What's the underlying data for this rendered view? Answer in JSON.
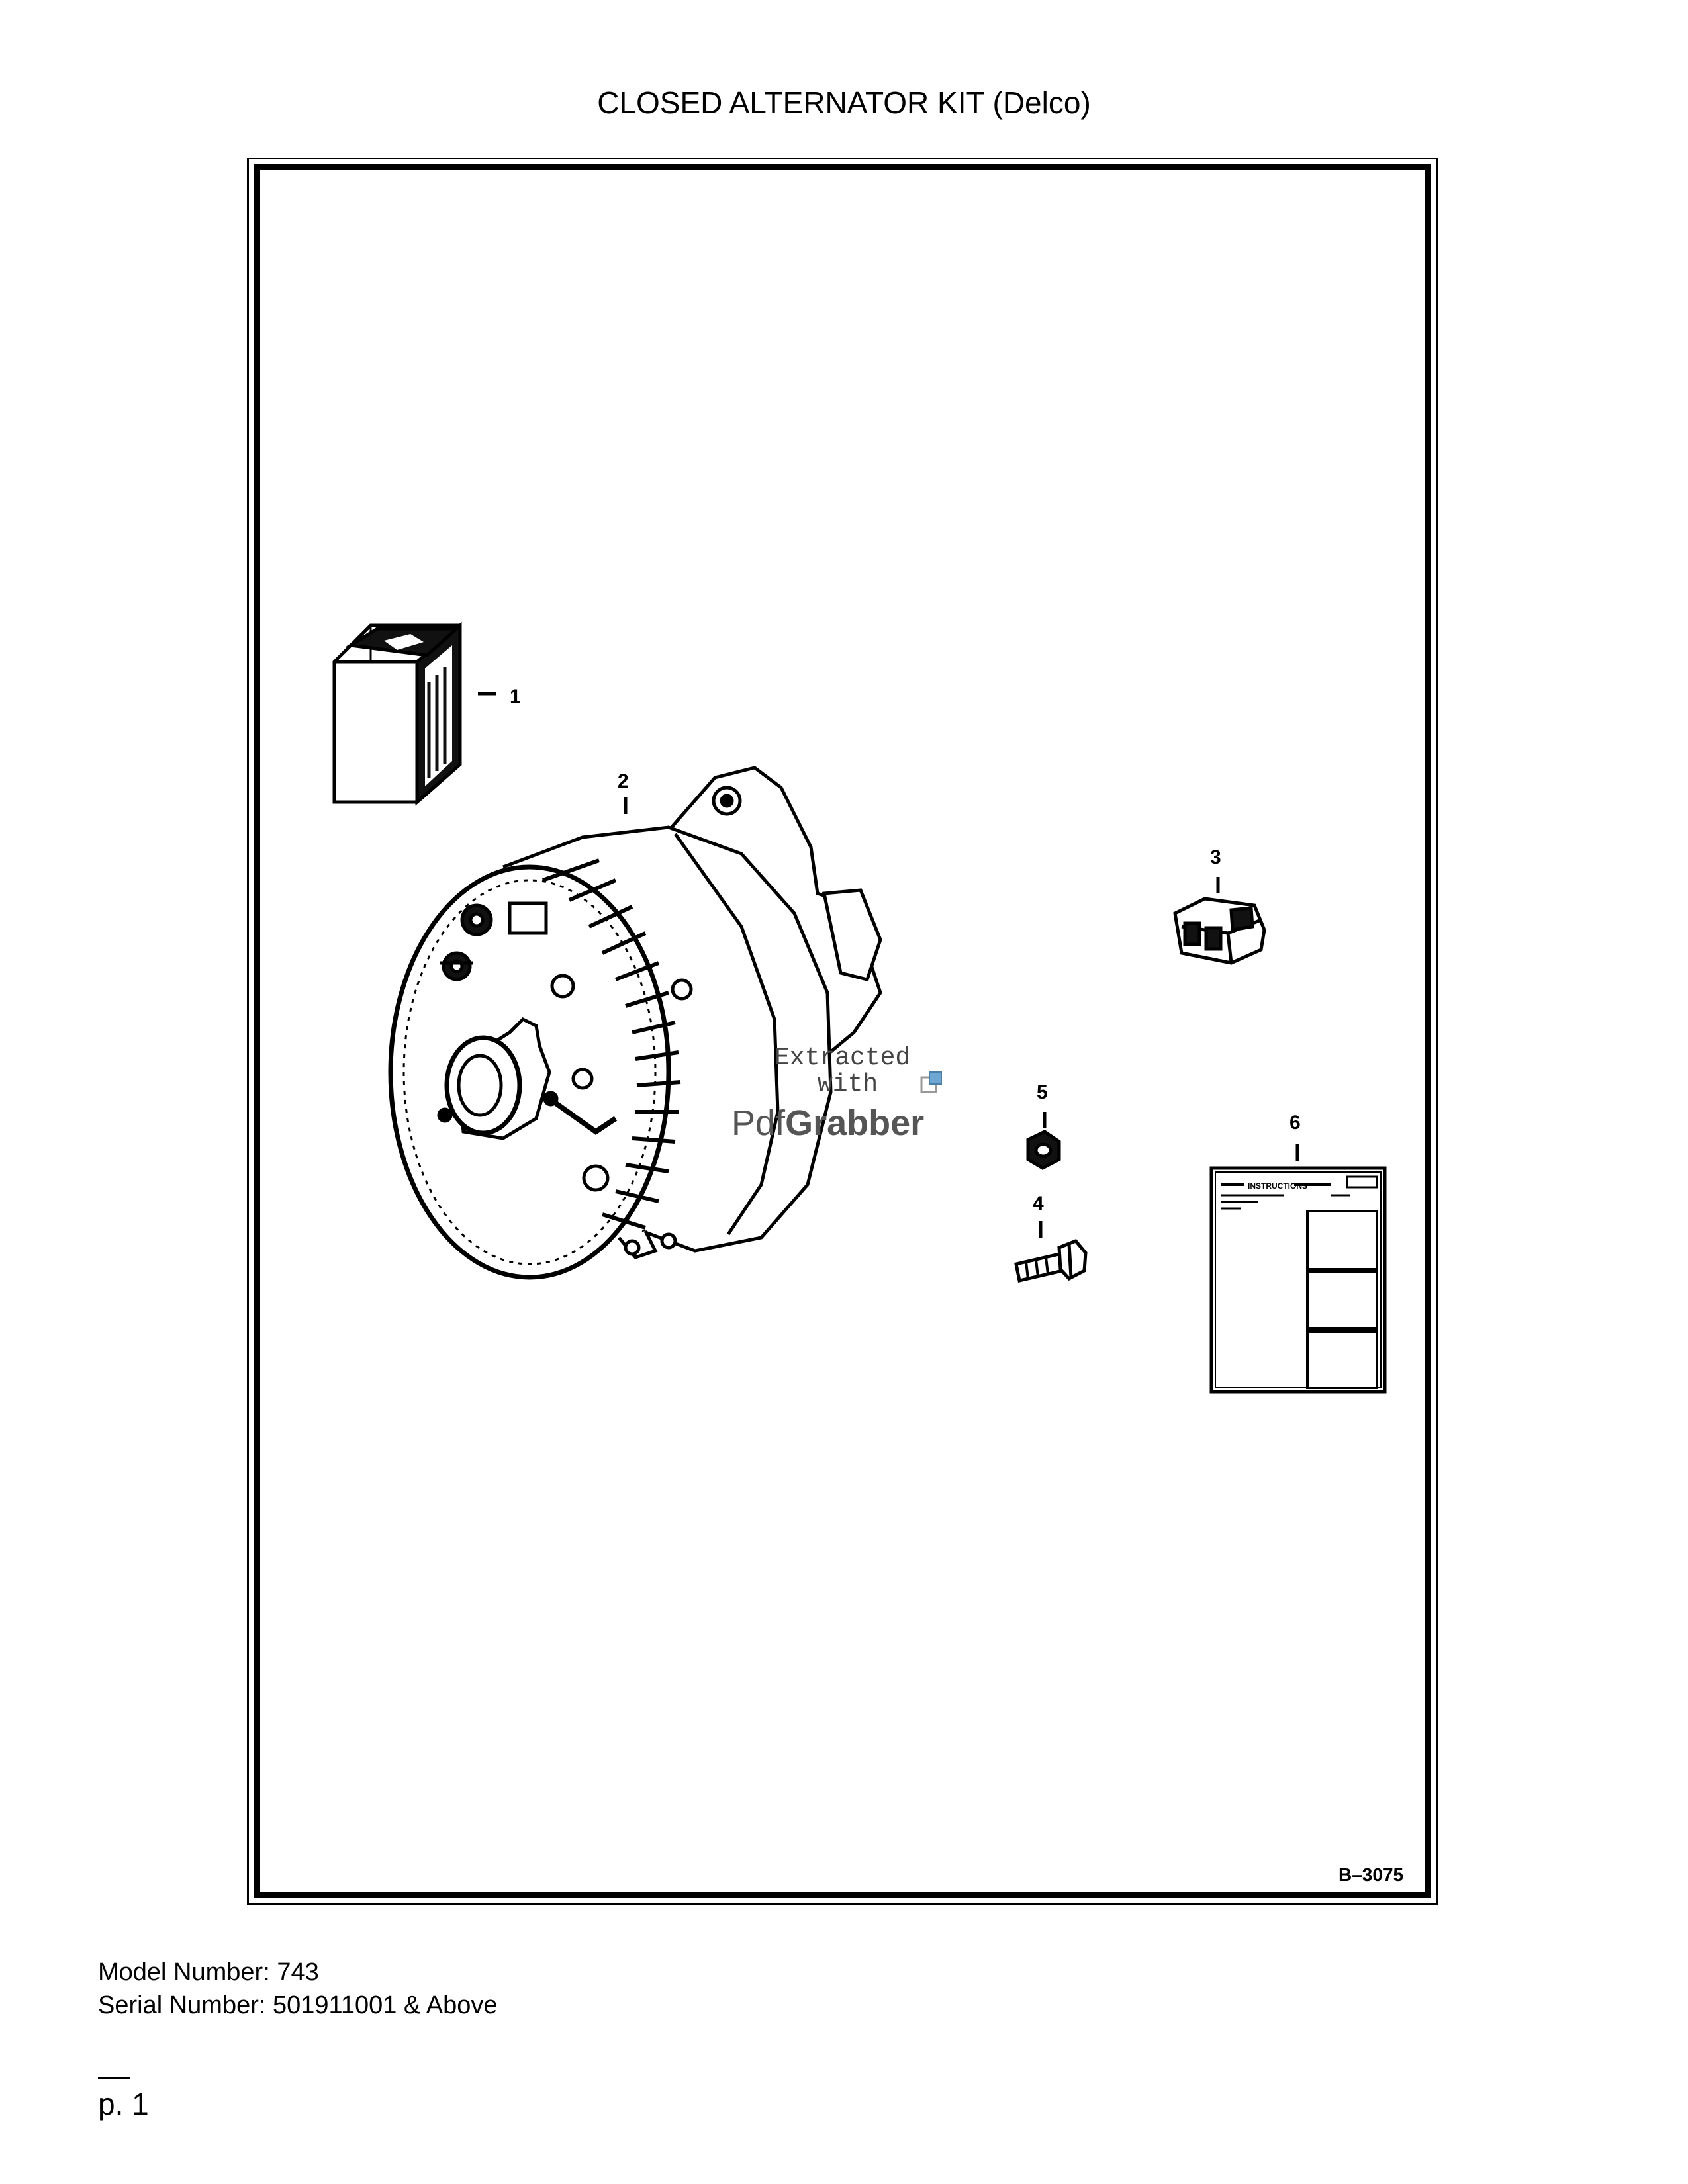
{
  "page": {
    "title": "CLOSED ALTERNATOR KIT (Delco)",
    "page_number": "p. 1"
  },
  "diagram": {
    "figure_code": "B–3075",
    "callouts": [
      "1",
      "2",
      "3",
      "4",
      "5",
      "6"
    ],
    "instruction_sheet_heading": "INSTRUCTIONS",
    "watermark": {
      "line1": "Extracted",
      "line2": "with",
      "brand_prefix": "Pdf",
      "brand_suffix": "Grabber"
    }
  },
  "footer": {
    "model_number": "Model Number: 743",
    "serial_number": "Serial Number: 501911001 & Above"
  }
}
